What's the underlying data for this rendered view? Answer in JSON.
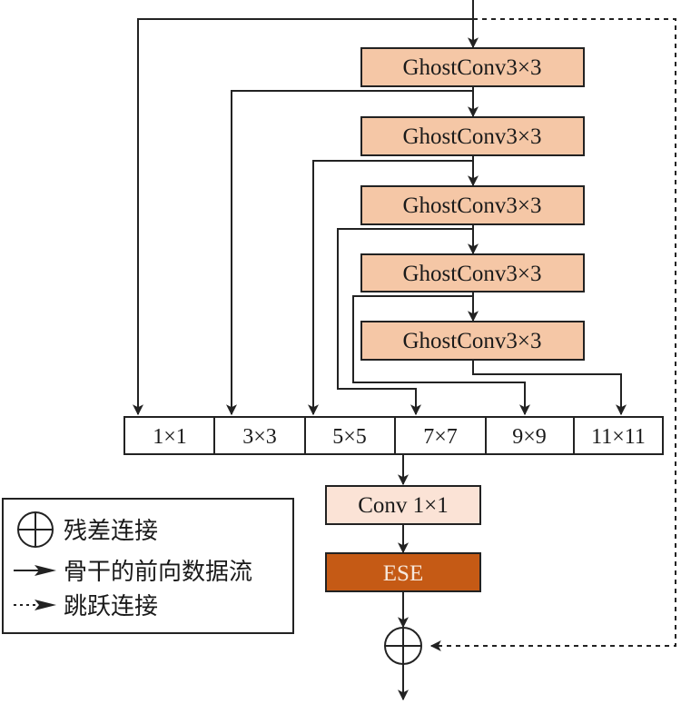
{
  "colors": {
    "ghostconv_fill": "#f5c7a6",
    "conv_fill": "#fbe3d6",
    "ese_fill": "#c55a15",
    "ese_text": "#f6e8dc",
    "line": "#222222"
  },
  "ghostconv_blocks": [
    {
      "label": "GhostConv3×3"
    },
    {
      "label": "GhostConv3×3"
    },
    {
      "label": "GhostConv3×3"
    },
    {
      "label": "GhostConv3×3"
    },
    {
      "label": "GhostConv3×3"
    }
  ],
  "kernel_cells": [
    {
      "label": "1×1"
    },
    {
      "label": "3×3"
    },
    {
      "label": "5×5"
    },
    {
      "label": "7×7"
    },
    {
      "label": "9×9"
    },
    {
      "label": "11×11"
    }
  ],
  "conv_block": {
    "label": "Conv 1×1"
  },
  "ese_block": {
    "label": "ESE"
  },
  "legend": {
    "items": [
      {
        "icon": "circle-plus-icon",
        "label": "残差连接"
      },
      {
        "icon": "solid-arrow-icon",
        "label": "骨干的前向数据流"
      },
      {
        "icon": "dashed-arrow-icon",
        "label": "跳跃连接"
      }
    ]
  }
}
